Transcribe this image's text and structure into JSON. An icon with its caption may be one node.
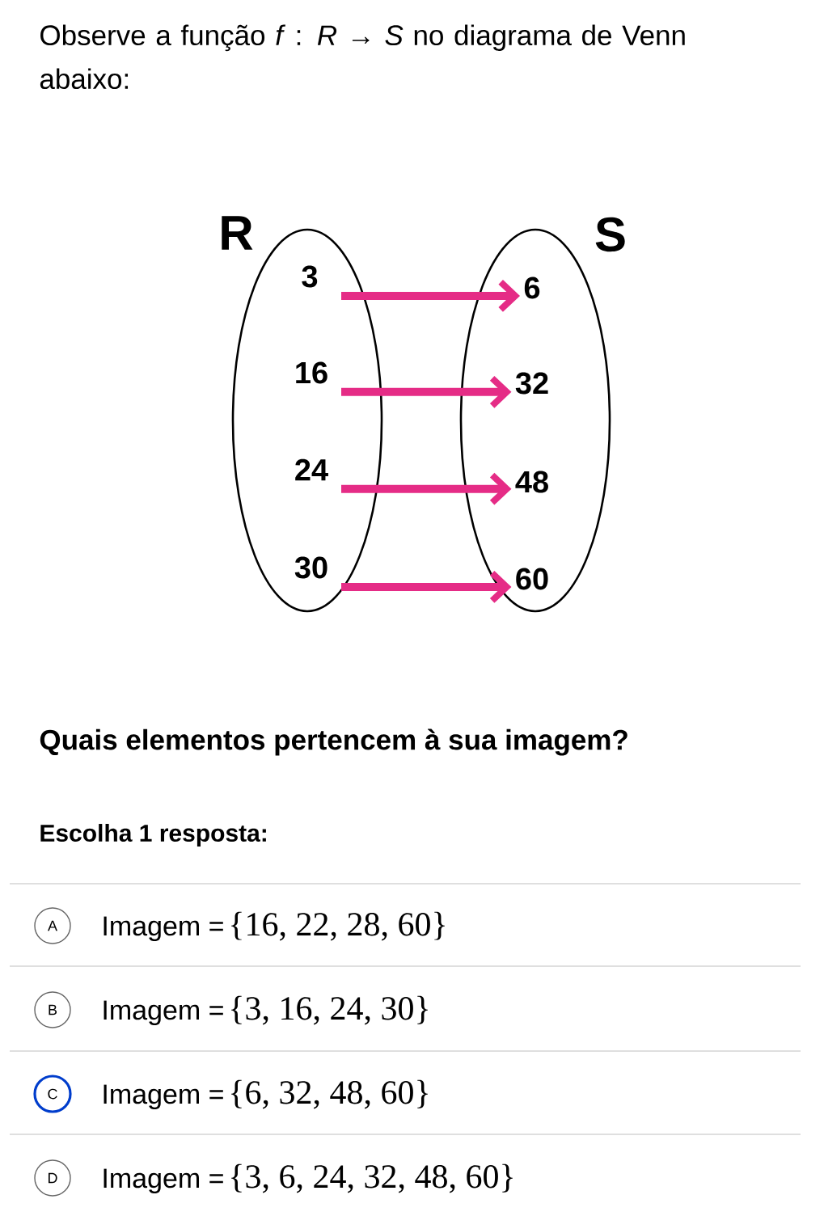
{
  "diagram": {
    "title": "Observe a função *f* : *R* → *S* no diagrama de Venn abaixo:",
    "nodes": [
      {
        "text": [
          "R"
        ]
      },
      {
        "text": [
          "3"
        ],
        "in": 0
      },
      {
        "text": [
          "16"
        ],
        "in": 0
      },
      {
        "text": [
          "24"
        ],
        "in": 0
      },
      {
        "text": [
          "30"
        ],
        "in": 0
      },
      {
        "text": [
          "S"
        ]
      },
      {
        "text": [
          "6"
        ],
        "in": 5
      },
      {
        "text": [
          "32"
        ],
        "in": 5
      },
      {
        "text": [
          "48"
        ],
        "in": 5
      },
      {
        "text": [
          "60"
        ],
        "in": 5
      }
    ],
    "edges": [
      {
        "from": 1,
        "to": 6,
        "arrow": "to"
      },
      {
        "from": 2,
        "to": 7,
        "arrow": "to"
      },
      {
        "from": 3,
        "to": 8,
        "arrow": "to"
      },
      {
        "from": 4,
        "to": 9,
        "arrow": "to"
      }
    ],
    "labels": [
      "Quais elementos pertencem à sua imagem?",
      "Escolha 1 resposta:",
      "A",
      "Imagem =",
      "{16, 22, 28, 60}",
      "B",
      "Imagem =",
      "{3, 16, 24, 30}",
      "C",
      "Imagem =",
      "{6, 32, 48, 60}",
      "D",
      "Imagem =",
      "{3, 6, 24, 32, 48, 60}"
    ]
  }
}
